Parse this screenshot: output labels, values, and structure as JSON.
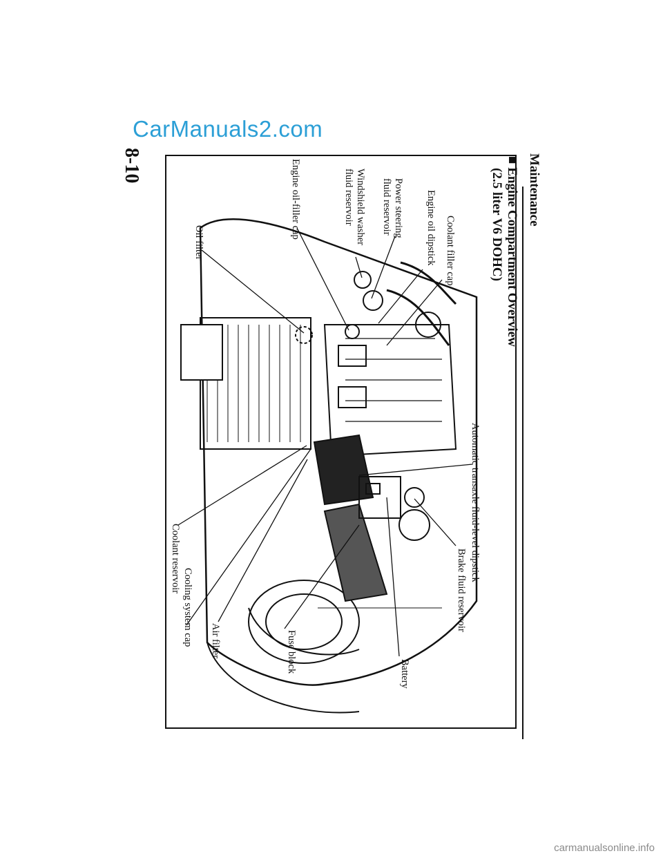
{
  "watermarks": {
    "top": "CarManuals2.com",
    "bottom": "carmanualsonline.info"
  },
  "header": {
    "section": "Maintenance",
    "heading_line1": "Engine Compartment Overview",
    "heading_line2": "(2.5 liter V6 DOHC)"
  },
  "page_number": "8-10",
  "figure": {
    "labels": {
      "coolant_filler_cap": "Coolant filler cap",
      "engine_oil_dipstick": "Engine oil dipstick",
      "power_steering_1": "Power steering",
      "power_steering_2": "fluid reservoir",
      "washer_1": "Windshield washer",
      "washer_2": "fluid reservoir",
      "oil_filler_cap": "Engine oil-filler cap",
      "oil_filter": "Oil filter",
      "transaxle_dipstick": "Automatic transaxle fluid-level dipstick",
      "brake_fluid": "Brake fluid reservoir",
      "battery": "Battery",
      "fuse_block": "Fuse block",
      "air_filter": "Air filter",
      "cooling_system_cap": "Cooling system cap",
      "coolant_reservoir": "Coolant reservoir"
    }
  }
}
